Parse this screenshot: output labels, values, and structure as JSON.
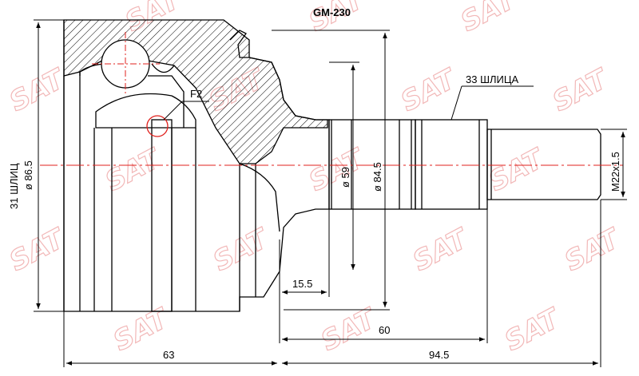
{
  "title": "GM-230",
  "watermark": {
    "text": "SAT",
    "color": "#f2b8b8"
  },
  "colors": {
    "line": "#000000",
    "centerline": "#e0201c",
    "hatch": "#000000",
    "watermark": "#f2b8b8"
  },
  "labels": {
    "f2": "F2",
    "splines_outer": "33 ШЛИЦА",
    "splines_inner": "31 ШЛИЦ",
    "dia_outer": "ø 86.5",
    "dia_59": "ø 59",
    "dia_84": "ø 84.5",
    "thread": "M22x1.5"
  },
  "dimensions": {
    "d155": "15.5",
    "d60": "60",
    "d63": "63",
    "d945": "94.5"
  }
}
